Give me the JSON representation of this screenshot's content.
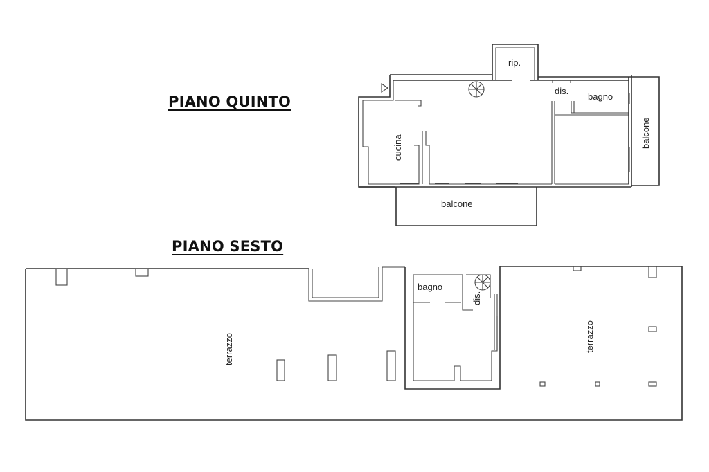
{
  "floors": [
    {
      "title": "PIANO QUINTO",
      "rooms": [
        {
          "label": "rip.",
          "orientation": "horizontal"
        },
        {
          "label": "dis.",
          "orientation": "horizontal"
        },
        {
          "label": "bagno",
          "orientation": "horizontal"
        },
        {
          "label": "cucina",
          "orientation": "vertical"
        },
        {
          "label": "balcone",
          "orientation": "vertical"
        },
        {
          "label": "balcone",
          "orientation": "horizontal"
        }
      ],
      "symbols": [
        "entrance-arrow",
        "spiral-staircase"
      ]
    },
    {
      "title": "PIANO SESTO",
      "rooms": [
        {
          "label": "bagno",
          "orientation": "horizontal"
        },
        {
          "label": "dis.",
          "orientation": "vertical"
        },
        {
          "label": "terrazzo",
          "orientation": "vertical"
        },
        {
          "label": "terrazzo",
          "orientation": "vertical"
        }
      ],
      "symbols": [
        "spiral-staircase"
      ]
    }
  ]
}
